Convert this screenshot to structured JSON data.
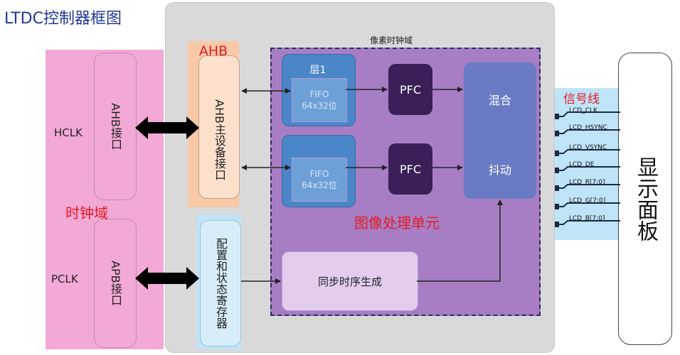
{
  "title": "LTDC控制器框图",
  "clock_domain": {
    "label": "时钟域",
    "hclk": "HCLK",
    "pclk": "PCLK",
    "ahb_interface": "AHB接口",
    "apb_interface": "APB接口"
  },
  "ahb_port": {
    "label": "AHB\n接口",
    "master": "AHB主设备接口"
  },
  "config_registers": "配置和状态寄存器",
  "pixel_clock_domain": "像素时钟域",
  "layers": [
    {
      "label": "层1",
      "fifo": "FIFO",
      "fifo_size": "64x32位",
      "pfc": "PFC"
    },
    {
      "label": "",
      "fifo": "FIFO",
      "fifo_size": "64x32位",
      "pfc": "PFC"
    }
  ],
  "blend": {
    "top": "混合",
    "bottom": "抖动"
  },
  "image_unit": "图像处理单元",
  "sync_gen": "同步时序生成",
  "signal_lines": {
    "label": "信号线",
    "items": [
      "LCD_CLK",
      "LCD_HSYNC",
      "LCD_VSYNC",
      "LCD_DE",
      "LCD_R[7:0]",
      "LCD_G[7:0]",
      "LCD_B[7:0]"
    ]
  },
  "display_panel": "显示面板"
}
